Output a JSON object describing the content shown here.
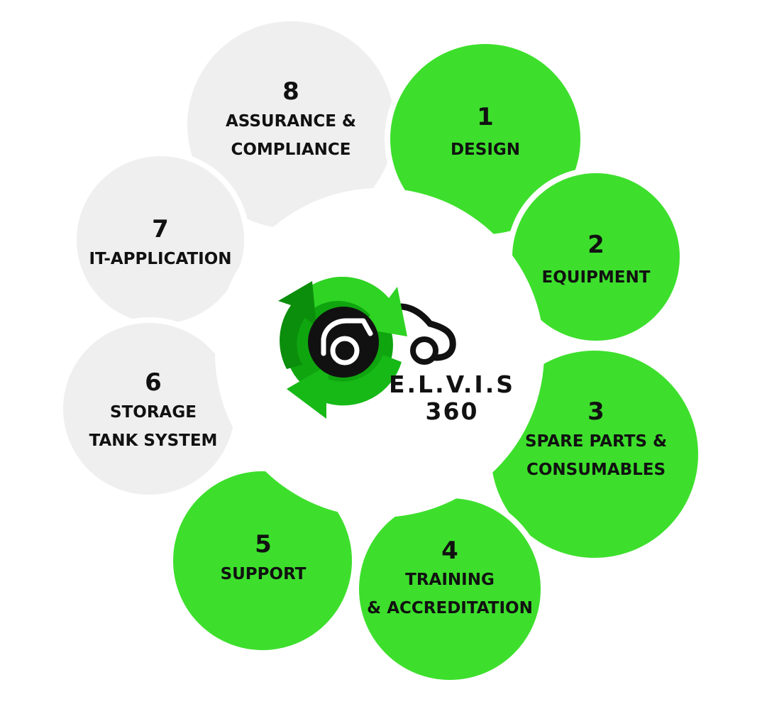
{
  "colors": {
    "active": "#3ddf2c",
    "inactive": "#efefef",
    "separator": "#ffffff",
    "text": "#111111",
    "logo_green_dark": "#0a9a0a",
    "logo_green_light": "#22c41a"
  },
  "segments": [
    {
      "number": "1",
      "lines": [
        "DESIGN"
      ],
      "status": "active"
    },
    {
      "number": "2",
      "lines": [
        "EQUIPMENT"
      ],
      "status": "active"
    },
    {
      "number": "3",
      "lines": [
        "SPARE PARTS &",
        "CONSUMABLES"
      ],
      "status": "active"
    },
    {
      "number": "4",
      "lines": [
        "TRAINING",
        "& ACCREDITATION"
      ],
      "status": "active"
    },
    {
      "number": "5",
      "lines": [
        "SUPPORT"
      ],
      "status": "active"
    },
    {
      "number": "6",
      "lines": [
        "STORAGE",
        "TANK SYSTEM"
      ],
      "status": "inactive"
    },
    {
      "number": "7",
      "lines": [
        "IT-APPLICATION"
      ],
      "status": "inactive"
    },
    {
      "number": "8",
      "lines": [
        "ASSURANCE &",
        "COMPLIANCE"
      ],
      "status": "inactive"
    }
  ],
  "logo": {
    "icon": "recycle-car-icon",
    "line1": "E.L.V.I.S",
    "line2": "360"
  }
}
